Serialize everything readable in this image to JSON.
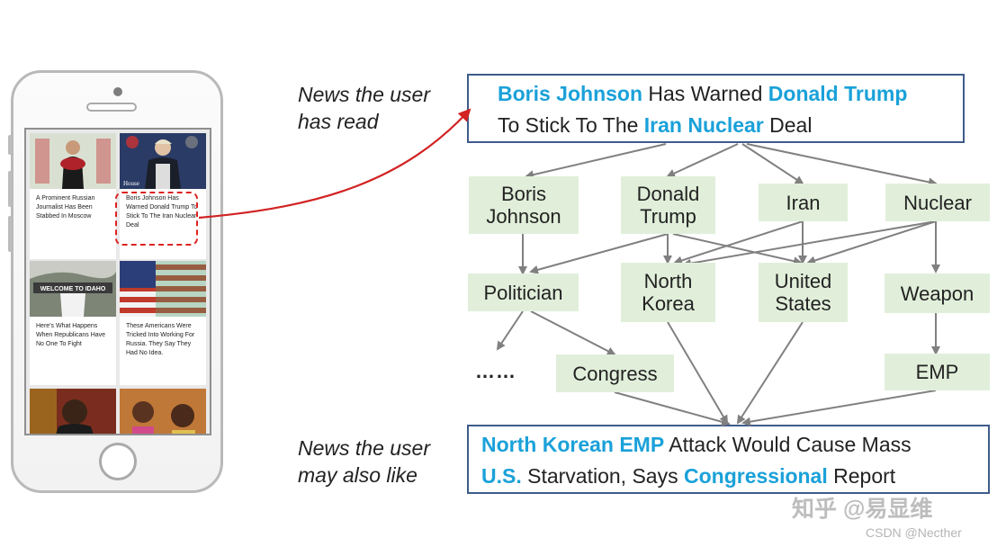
{
  "phone": {
    "cards": [
      {
        "text": "A Prominent Russian Journalist Has Been Stabbed In Moscow"
      },
      {
        "text": "Boris Johnson Has Warned Donald Trump To Stick To The Iran Nuclear Deal",
        "thumb_caption": "House"
      },
      {
        "text": "Here's What Happens When Republicans Have No One To Fight",
        "thumb_caption": "WELCOME TO IDAHO"
      },
      {
        "text": "These Americans Were Tricked Into Working For Russia. They Say They Had No Idea."
      }
    ]
  },
  "labels": {
    "read_line1": "News the user",
    "read_line2": "has read",
    "like_line1": "News the user",
    "like_line2": "may also like"
  },
  "read_news": {
    "l1_a": "Boris Johnson",
    "l1_b": " Has Warned ",
    "l1_c": "Donald Trump",
    "l2_a": "To Stick To The ",
    "l2_b": "Iran Nuclear",
    "l2_c": " Deal"
  },
  "like_news": {
    "l1_a": "North Korean EMP",
    "l1_b": " Attack Would Cause Mass",
    "l2_a": "U.S.",
    "l2_b": " Starvation, Says ",
    "l2_c": "Congressional",
    "l2_d": " Report"
  },
  "nodes": {
    "boris": "Boris Johnson",
    "trump": "Donald Trump",
    "iran": "Iran",
    "nuclear": "Nuclear",
    "politician": "Politician",
    "north_korea": "North Korea",
    "united_states": "United States",
    "weapon": "Weapon",
    "ellipsis": "……",
    "congress": "Congress",
    "emp": "EMP"
  },
  "watermark": {
    "zhihu": "知乎 @易显维",
    "csdn": "CSDN @Necther"
  },
  "colors": {
    "highlight_text": "#1aa1d9",
    "node_fill": "#e1efda",
    "box_border": "#3e5c8a",
    "arrow_red": "#d22222",
    "arrow_gray": "#808080"
  }
}
